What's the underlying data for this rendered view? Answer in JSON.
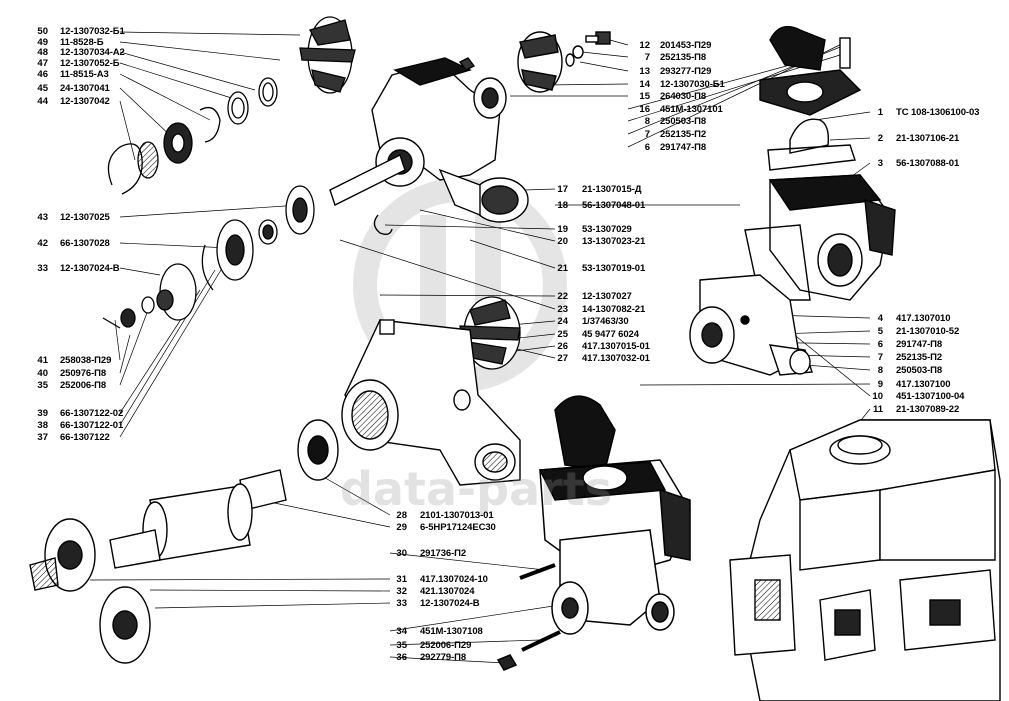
{
  "watermark": {
    "text": "data-parts",
    "color": "#9a9a9a"
  },
  "left_callouts": [
    {
      "num": "50",
      "code": "12-1307032-Б1"
    },
    {
      "num": "49",
      "code": "11-8528-Б"
    },
    {
      "num": "48",
      "code": "12-1307034-А2"
    },
    {
      "num": "47",
      "code": "12-1307052-Б"
    },
    {
      "num": "46",
      "code": "11-8515-А3"
    },
    {
      "num": "45",
      "code": "24-1307041"
    },
    {
      "num": "44",
      "code": "12-1307042"
    },
    {
      "num": "43",
      "code": "12-1307025"
    },
    {
      "num": "42",
      "code": "66-1307028"
    },
    {
      "num": "33",
      "code": "12-1307024-В"
    },
    {
      "num": "41",
      "code": "258038-П29"
    },
    {
      "num": "40",
      "code": "250976-П8"
    },
    {
      "num": "35",
      "code": "252006-П8"
    },
    {
      "num": "39",
      "code": "66-1307122-02"
    },
    {
      "num": "38",
      "code": "66-1307122-01"
    },
    {
      "num": "37",
      "code": "66-1307122"
    }
  ],
  "middle_callouts": [
    {
      "num": "12",
      "code": "201453-П29"
    },
    {
      "num": "7",
      "code": "252135-П8"
    },
    {
      "num": "13",
      "code": "293277-П29"
    },
    {
      "num": "14",
      "code": "12-1307030-Б1"
    },
    {
      "num": "15",
      "code": "264030-П8"
    },
    {
      "num": "16",
      "code": "451М-1307101"
    },
    {
      "num": "8",
      "code": "250503-П8"
    },
    {
      "num": "7",
      "code": "252135-П2"
    },
    {
      "num": "6",
      "code": "291747-П8"
    },
    {
      "num": "17",
      "code": "21-1307015-Д"
    },
    {
      "num": "18",
      "code": "56-1307048-01"
    },
    {
      "num": "19",
      "code": "53-1307029"
    },
    {
      "num": "20",
      "code": "13-1307023-21"
    },
    {
      "num": "21",
      "code": "53-1307019-01"
    },
    {
      "num": "22",
      "code": "12-1307027"
    },
    {
      "num": "23",
      "code": "14-1307082-21"
    },
    {
      "num": "24",
      "code": "1/37463/30"
    },
    {
      "num": "25",
      "code": "45 9477 6024"
    },
    {
      "num": "26",
      "code": "417.1307015-01"
    },
    {
      "num": "27",
      "code": "417.1307032-01"
    }
  ],
  "right_callouts": [
    {
      "num": "1",
      "code": "ТС 108-1306100-03"
    },
    {
      "num": "2",
      "code": "21-1307106-21"
    },
    {
      "num": "3",
      "code": "56-1307088-01"
    },
    {
      "num": "4",
      "code": "417.1307010"
    },
    {
      "num": "5",
      "code": "21-1307010-52"
    },
    {
      "num": "6",
      "code": "291747-П8"
    },
    {
      "num": "7",
      "code": "252135-П2"
    },
    {
      "num": "8",
      "code": "250503-П8"
    },
    {
      "num": "9",
      "code": "417.1307100"
    },
    {
      "num": "10",
      "code": "451-1307100-04"
    },
    {
      "num": "11",
      "code": "21-1307089-22"
    }
  ],
  "bottom_callouts": [
    {
      "num": "28",
      "code": "2101-1307013-01"
    },
    {
      "num": "29",
      "code": "6-5НР17124ЕС30"
    },
    {
      "num": "30",
      "code": "291736-П2"
    },
    {
      "num": "31",
      "code": "417.1307024-10"
    },
    {
      "num": "32",
      "code": "421.1307024"
    },
    {
      "num": "33",
      "code": "12-1307024-В"
    },
    {
      "num": "34",
      "code": "451М-1307108"
    },
    {
      "num": "35",
      "code": "252006-П29"
    },
    {
      "num": "36",
      "code": "292779-П8"
    }
  ]
}
